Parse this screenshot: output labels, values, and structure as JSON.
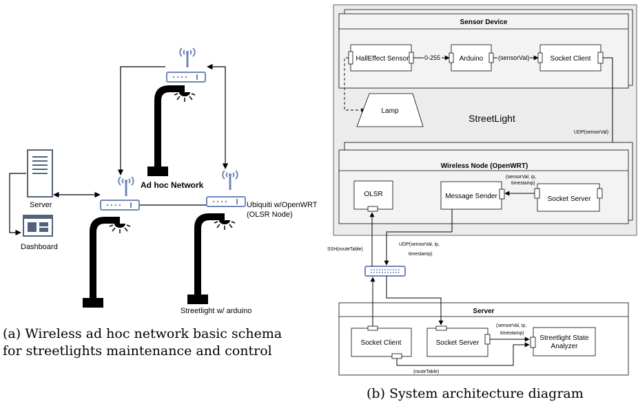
{
  "left": {
    "network_label": "Ad hoc Network",
    "server_label": "Server",
    "dashboard_label": "Dashboard",
    "ubiquiti_label_line1": "Ubiquiti w/OpenWRT",
    "ubiquiti_label_line2": "(OLSR Node)",
    "streetlight_label": "Streetlight w/ arduino",
    "caption_line1": "(a) Wireless ad hoc network basic schema",
    "caption_line2": "for streetlights maintenance and control"
  },
  "right": {
    "sensor_device_title": "Sensor Device",
    "halleffect": "HallEffect Sensor",
    "range_label": "0-255",
    "arduino": "Arduino",
    "sensorval_label": "(sensorVal)",
    "socket_client_top": "Socket Client",
    "lamp": "Lamp",
    "streetlight": "StreetLight",
    "udp_sensorval": "UDP(sensorVal)",
    "wireless_node_title": "Wireless Node (OpenWRT)",
    "olsr": "OLSR",
    "message_sender": "Message Sender",
    "socket_server_top": "Socket Server",
    "msg_label_1": "(sensorVal, ip,",
    "msg_label_2": "timestamp)",
    "ssh_label": "SSH(routeTable)",
    "udp_full_1": "UDP(sensorVal, ip,",
    "udp_full_2": "timestamp)",
    "server_title": "Server",
    "socket_client_bottom": "Socket Client",
    "socket_server_bottom": "Socket Server",
    "analyzer_1": "Streetlight State",
    "analyzer_2": "Analyzer",
    "srv_label_1": "(sensorVal, ip,",
    "srv_label_2": "timestamp)",
    "routetable_label": "(routeTable)",
    "caption": "(b) System architecture diagram"
  },
  "colors": {
    "outer_bg": "#ececec",
    "router_blue": "#6f86b8",
    "line": "#000000"
  }
}
